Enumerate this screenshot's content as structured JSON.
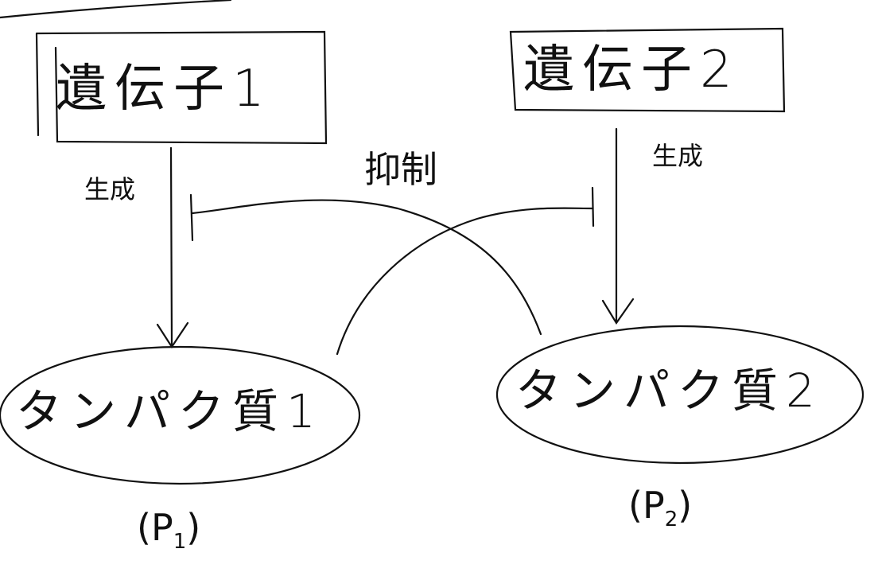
{
  "nodes": {
    "gene1": {
      "label": "遺伝子1"
    },
    "gene2": {
      "label": "遺伝子2"
    },
    "protein1": {
      "label": "タンパク質1",
      "symbol": "P",
      "subscript": "1"
    },
    "protein2": {
      "label": "タンパク質2",
      "symbol": "P",
      "subscript": "2"
    }
  },
  "edges": {
    "gene1_to_protein1": {
      "label": "生成"
    },
    "gene2_to_protein2": {
      "label": "生成"
    },
    "mutual_inhibition": {
      "label": "抑制"
    }
  },
  "colors": {
    "ink": "#111111",
    "background": "#ffffff"
  }
}
